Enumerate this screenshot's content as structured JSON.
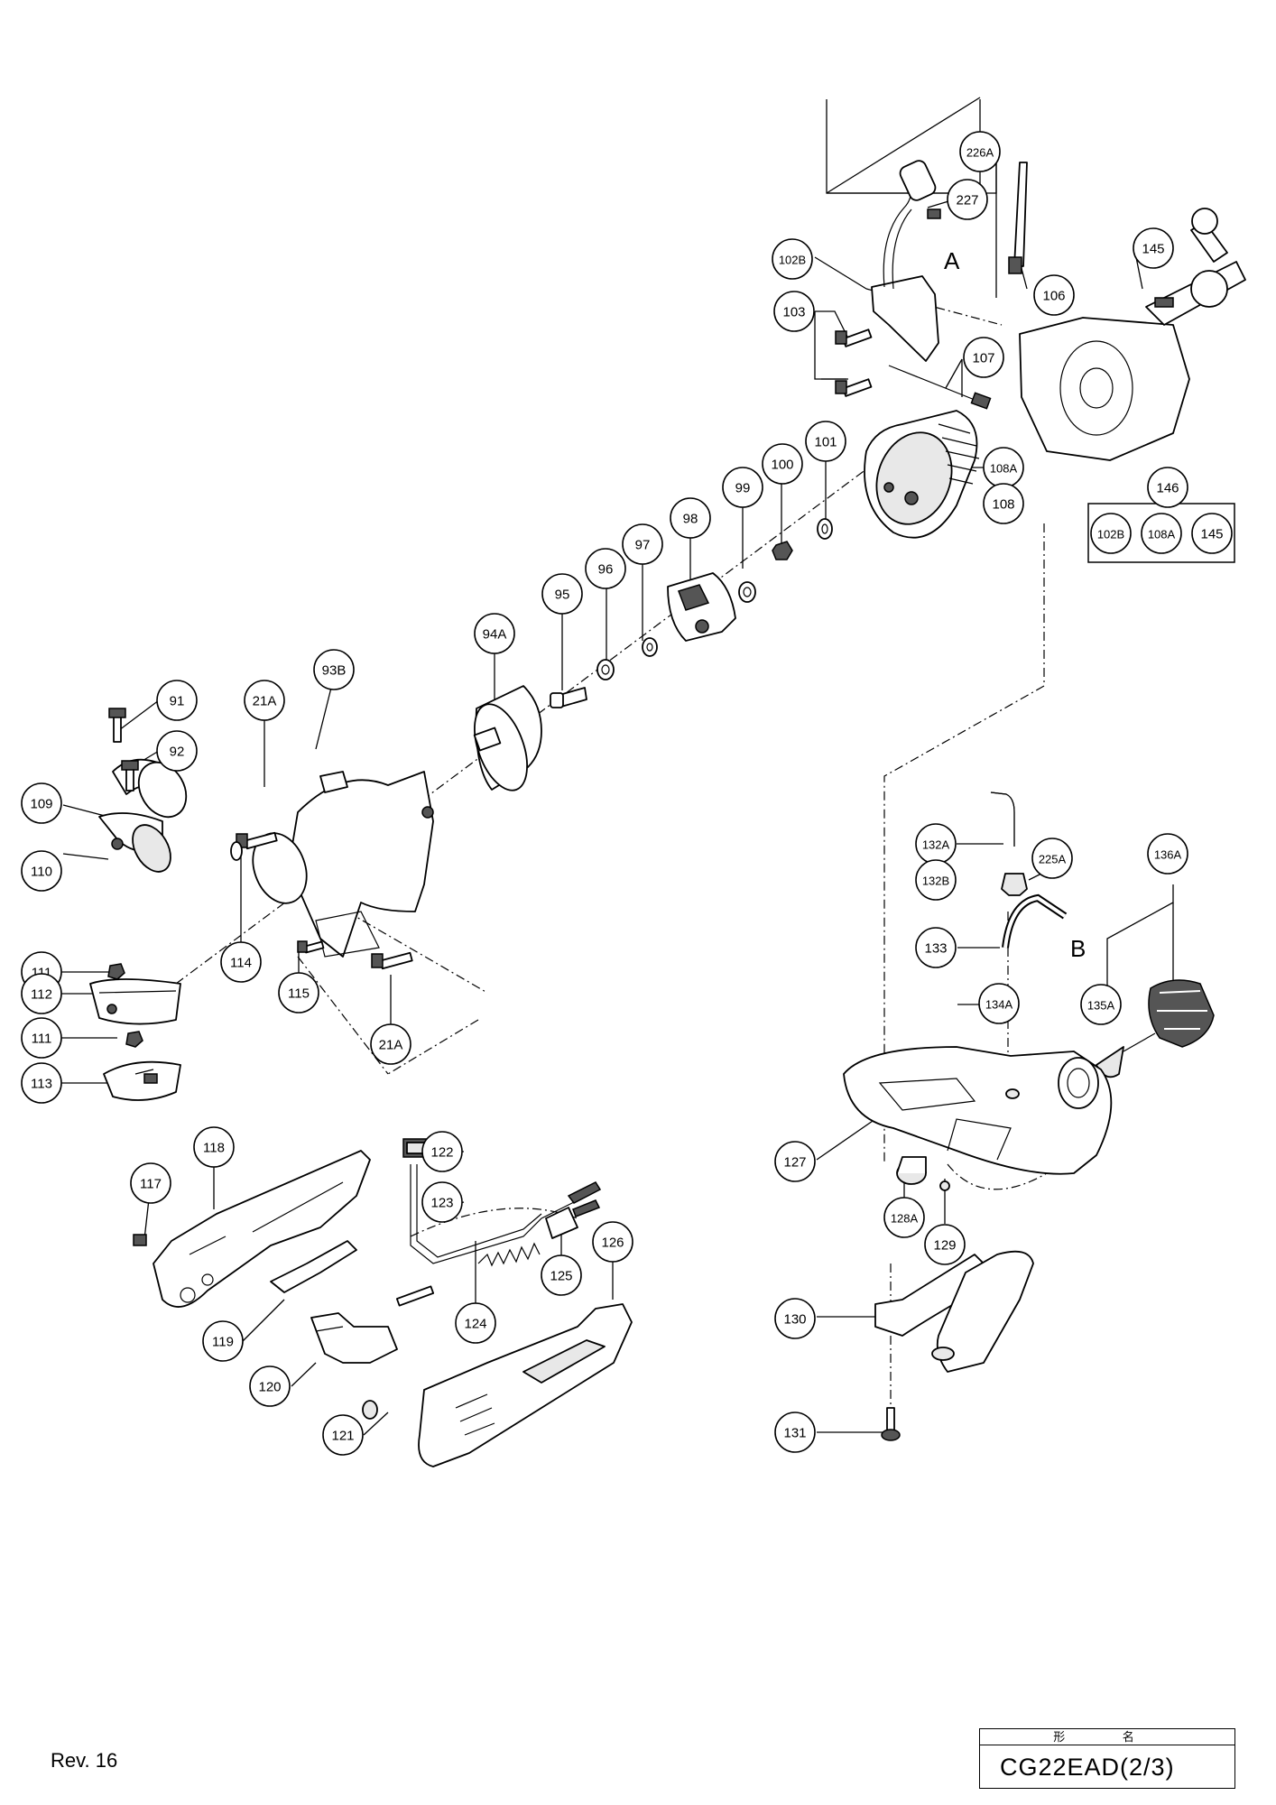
{
  "labels": [
    {
      "id": "226A"
    },
    {
      "id": "227"
    },
    {
      "id": "102B"
    },
    {
      "id": "106"
    },
    {
      "id": "103"
    },
    {
      "id": "107"
    },
    {
      "id": "145"
    },
    {
      "id": "101"
    },
    {
      "id": "108A"
    },
    {
      "id": "108"
    },
    {
      "id": "100"
    },
    {
      "id": "99"
    },
    {
      "id": "98"
    },
    {
      "id": "97"
    },
    {
      "id": "96"
    },
    {
      "id": "95"
    },
    {
      "id": "94A"
    },
    {
      "id": "93B"
    },
    {
      "id": "21A"
    },
    {
      "id": "91"
    },
    {
      "id": "92"
    },
    {
      "id": "109"
    },
    {
      "id": "110"
    },
    {
      "id": "111"
    },
    {
      "id": "114"
    },
    {
      "id": "115"
    },
    {
      "id": "21A"
    },
    {
      "id": "112"
    },
    {
      "id": "111"
    },
    {
      "id": "113"
    },
    {
      "id": "146"
    },
    {
      "id": "102B"
    },
    {
      "id": "108A"
    },
    {
      "id": "145"
    },
    {
      "id": "132A"
    },
    {
      "id": "132B"
    },
    {
      "id": "225A"
    },
    {
      "id": "136A"
    },
    {
      "id": "133"
    },
    {
      "id": "134A"
    },
    {
      "id": "135A"
    },
    {
      "id": "127"
    },
    {
      "id": "128A"
    },
    {
      "id": "129"
    },
    {
      "id": "130"
    },
    {
      "id": "131"
    },
    {
      "id": "118"
    },
    {
      "id": "117"
    },
    {
      "id": "119"
    },
    {
      "id": "122"
    },
    {
      "id": "123"
    },
    {
      "id": "124"
    },
    {
      "id": "125"
    },
    {
      "id": "126"
    },
    {
      "id": "120"
    },
    {
      "id": "121"
    }
  ],
  "reference_marks": {
    "a": "A",
    "b": "B"
  },
  "footer": {
    "revision": "Rev. 16",
    "title_header": "形 名",
    "model": "CG22EAD(2/3)"
  }
}
